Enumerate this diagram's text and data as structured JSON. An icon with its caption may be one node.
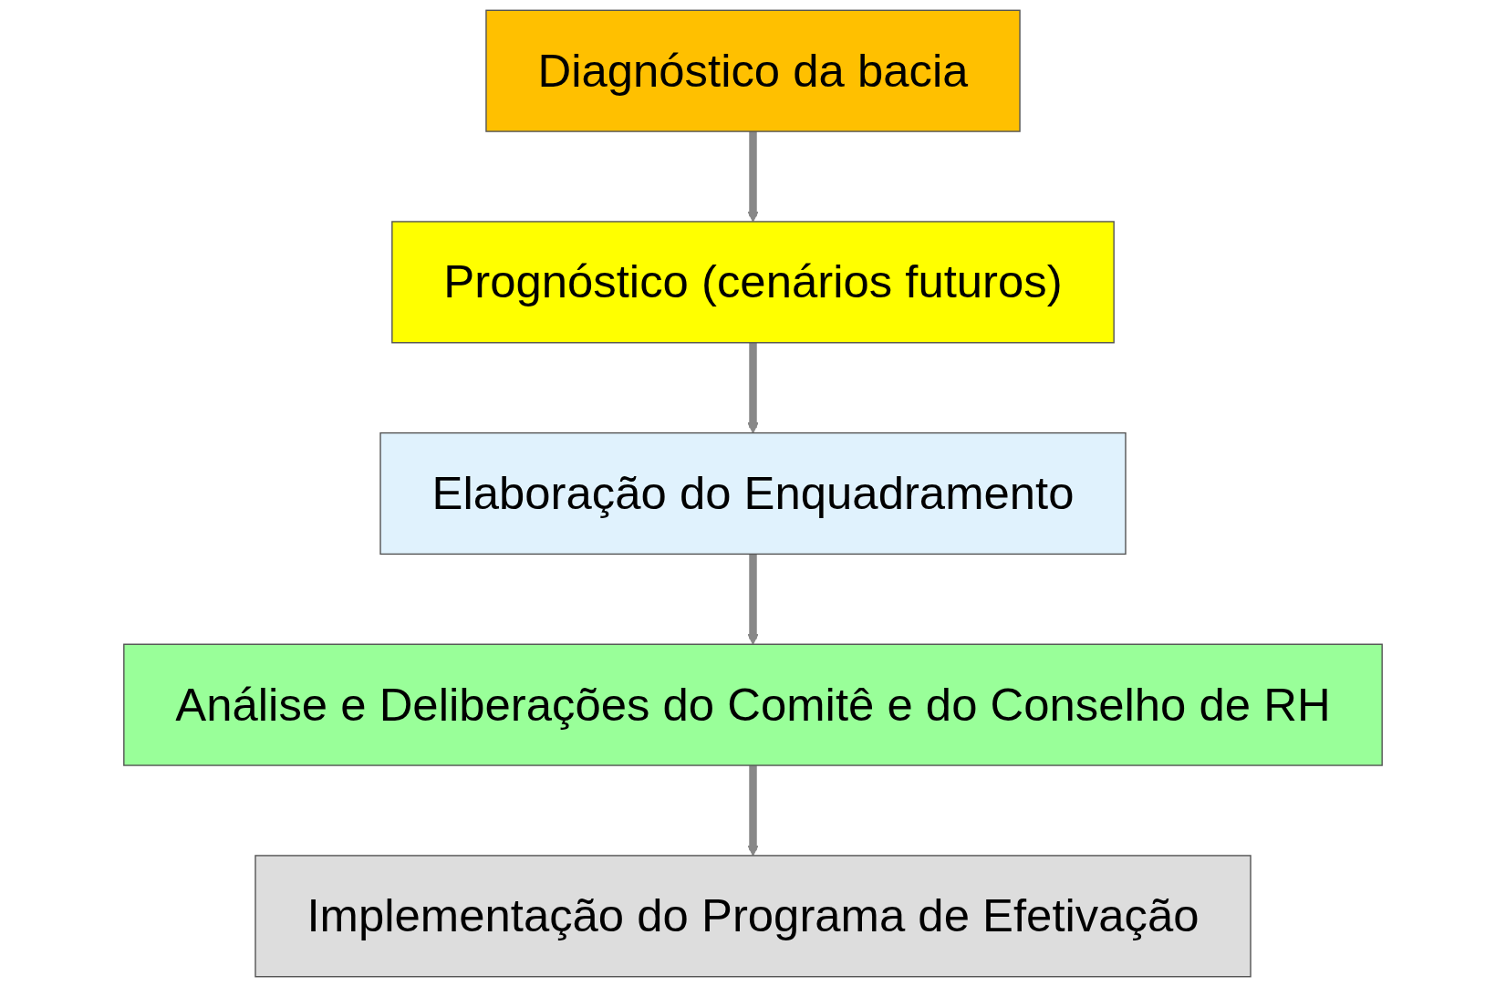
{
  "diagram": {
    "nodes": [
      {
        "text": [
          "Diagnóstico da bacia"
        ]
      },
      {
        "text": [
          "Prognóstico (cenários futuros)"
        ]
      },
      {
        "text": [
          "Elaboração do Enquadramento"
        ]
      },
      {
        "text": [
          "Análise e Deliberações do Comitê e do Conselho de RH"
        ]
      },
      {
        "text": [
          "Implementação do Programa de Efetivação"
        ]
      }
    ],
    "edges": [
      {
        "from": 0,
        "to": 1,
        "arrow": "to"
      },
      {
        "from": 1,
        "to": 2,
        "arrow": "to"
      },
      {
        "from": 2,
        "to": 3,
        "arrow": "to"
      },
      {
        "from": 3,
        "to": 4,
        "arrow": "to"
      }
    ]
  }
}
